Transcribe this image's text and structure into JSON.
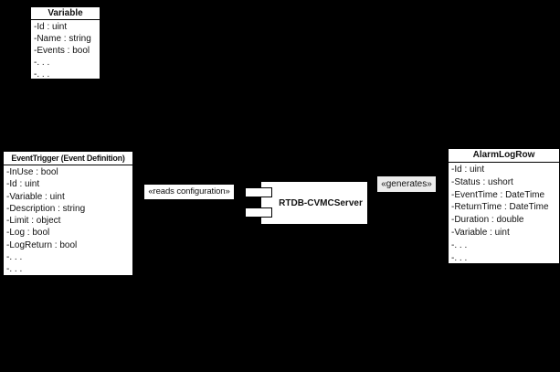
{
  "colors": {
    "background": "#000000",
    "shape_fill": "#ffffff",
    "shape_border": "#000000",
    "text": "#111111",
    "generates_label_bg": "#ececec"
  },
  "classes": {
    "variable": {
      "title": "Variable",
      "attributes": [
        "-Id : uint",
        "-Name : string",
        "-Events : bool",
        "-. . .",
        "-. . ."
      ]
    },
    "event_trigger": {
      "title": "EventTrigger (Event Definition)",
      "attributes": [
        "-InUse : bool",
        "-Id : uint",
        "-Variable : uint",
        "-Description : string",
        "-Limit : object",
        "-Log : bool",
        "-LogReturn : bool",
        "-. . .",
        "-. . ."
      ]
    },
    "alarm_log_row": {
      "title": "AlarmLogRow",
      "attributes": [
        "-Id : uint",
        "-Status : ushort",
        "-EventTime : DateTime",
        "-ReturnTime : DateTime",
        "-Duration : double",
        "-Variable : uint",
        "-. . .",
        "-. . ."
      ]
    }
  },
  "component": {
    "title": "RTDB-CVMCServer"
  },
  "labels": {
    "reads_configuration": "«reads configuration»",
    "generates": "«generates»"
  }
}
